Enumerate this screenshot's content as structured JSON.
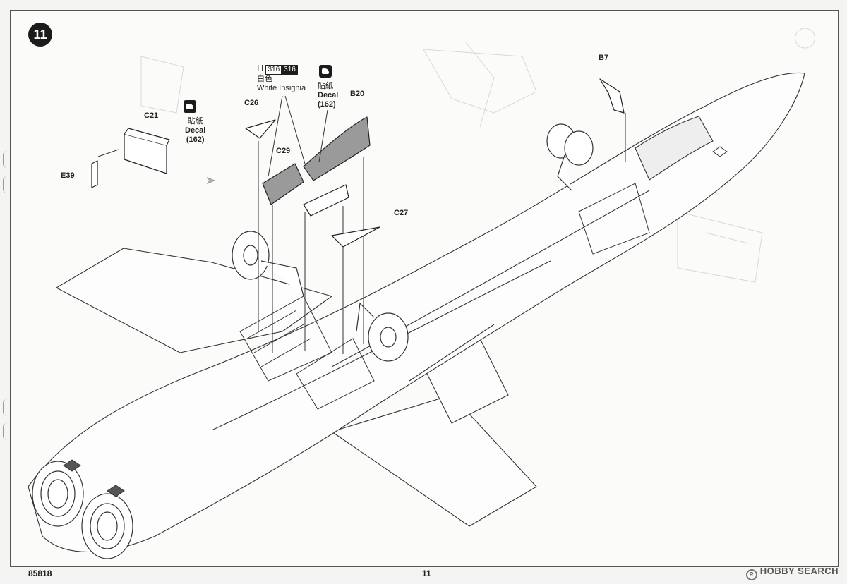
{
  "step_number": "11",
  "parts": {
    "c21": "C21",
    "e39": "E39",
    "c26": "C26",
    "c29": "C29",
    "b20": "B20",
    "c27": "C27",
    "b7": "B7"
  },
  "decal_left": {
    "zh": "貼紙",
    "en": "Decal",
    "num": "(162)"
  },
  "decal_center": {
    "zh": "貼紙",
    "en": "Decal",
    "num": "(162)"
  },
  "paint_note": {
    "letter": "H",
    "code1": "316",
    "code2": "316",
    "zh": "白色",
    "en": "White Insignia"
  },
  "footer": {
    "code": "85818",
    "page": "11"
  },
  "watermark": {
    "ring": "R",
    "text": "HOBBY SEARCH"
  },
  "colors": {
    "part_fill": "#9a9a9a",
    "line": "#333333",
    "ghost": "#d6d6d6",
    "badge": "#1b1b1b"
  }
}
